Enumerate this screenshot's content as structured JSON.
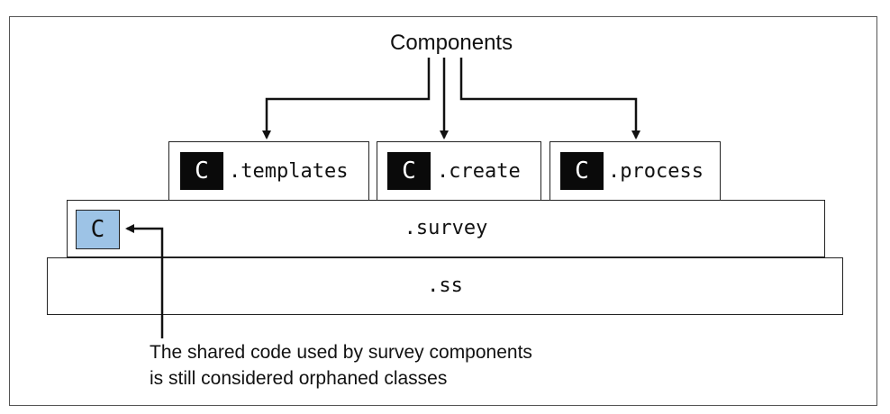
{
  "diagram": {
    "top_label": "Components",
    "layers": {
      "base": ".ss",
      "survey": ".survey"
    },
    "component_badge": "C",
    "components": [
      {
        "name": ".templates"
      },
      {
        "name": ".create"
      },
      {
        "name": ".process"
      }
    ],
    "shared_badge": "C",
    "caption_line1": "The shared code used by survey components",
    "caption_line2": "is still considered orphaned classes",
    "colors": {
      "badge_dark": "#0a0a0a",
      "badge_shared": "#9dc3e6",
      "stroke": "#222222"
    }
  }
}
